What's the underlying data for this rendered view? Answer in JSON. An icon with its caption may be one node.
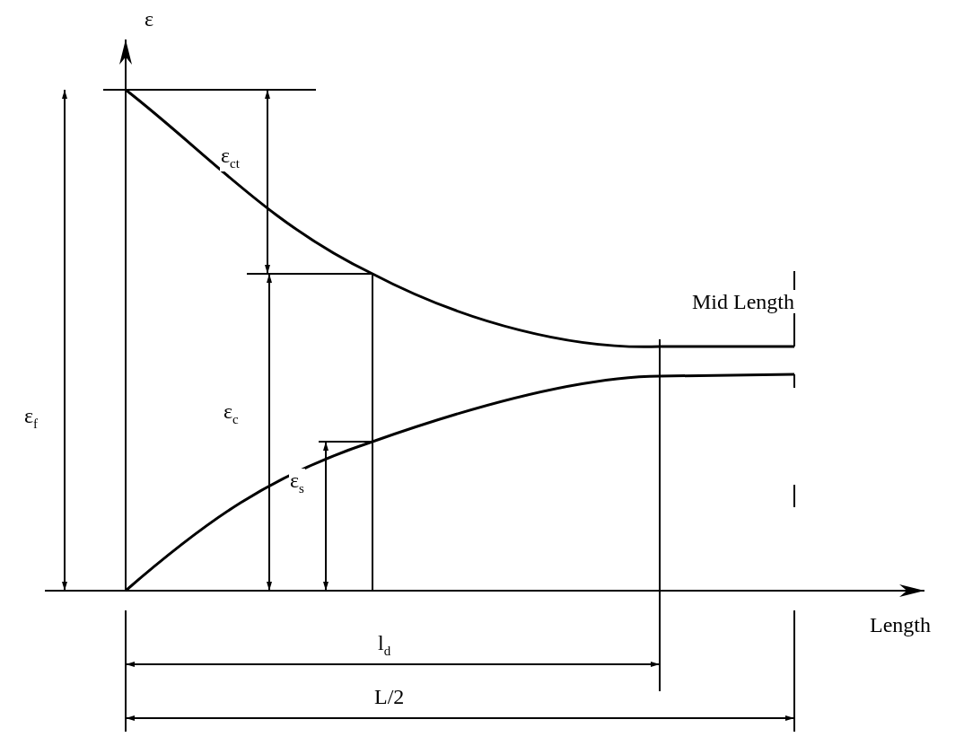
{
  "diagram": {
    "labels": [
      "ε",
      "ε$_{ct}$",
      "Mid Length",
      "ε$_{f}$",
      "ε$_{c}$",
      "ε$_{s}$",
      "Length",
      "l$_{d}$",
      "L/2"
    ]
  }
}
